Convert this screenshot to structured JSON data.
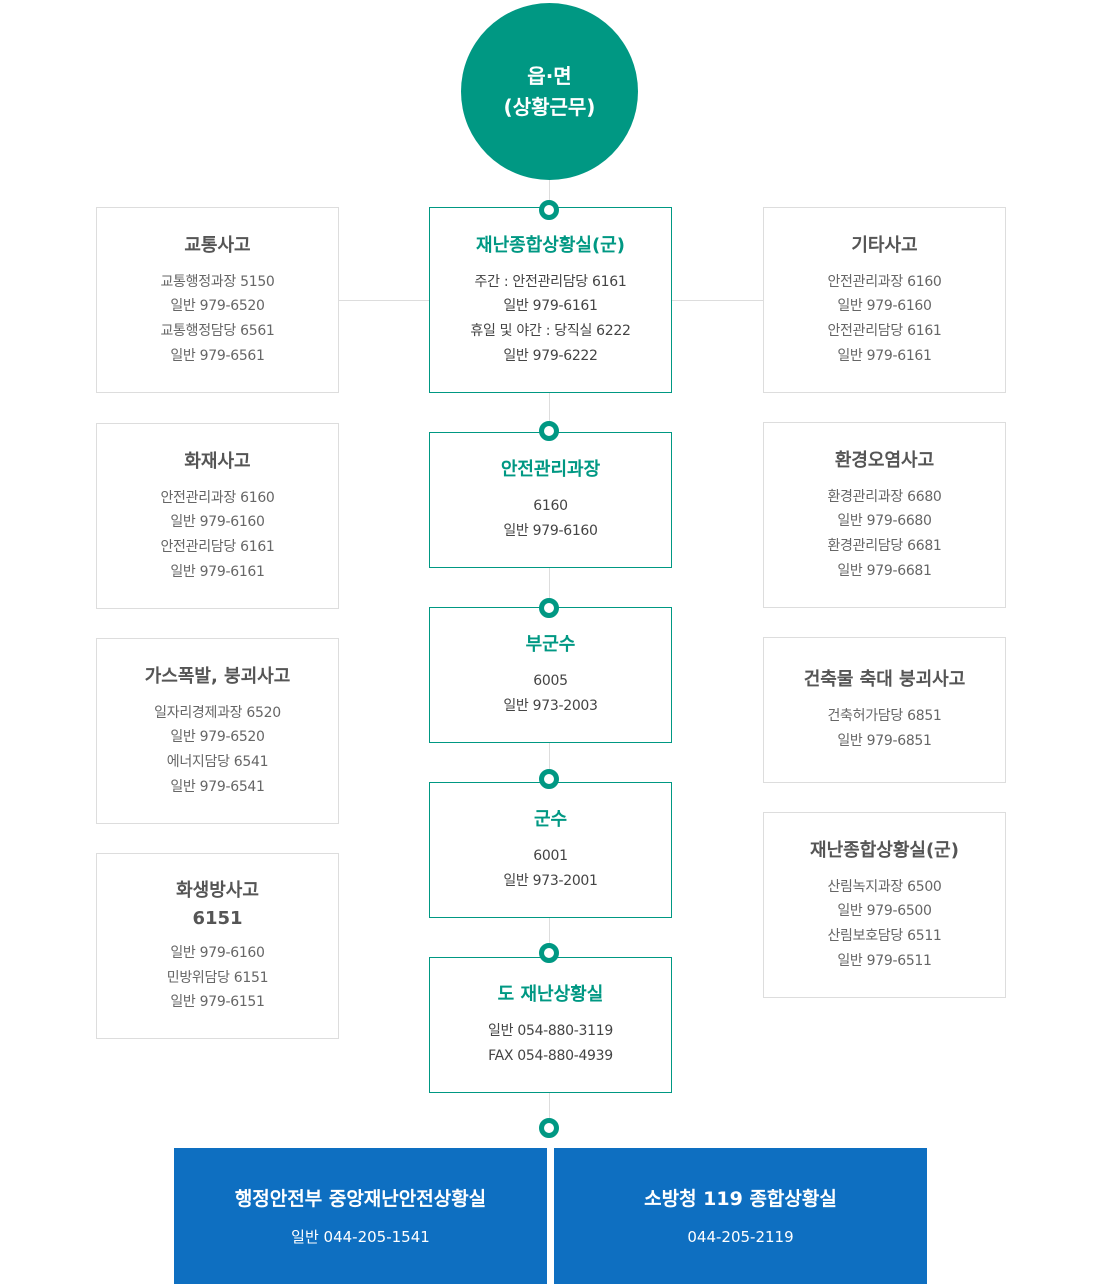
{
  "top_node": {
    "line1": "읍·면",
    "line2": "(상황근무)"
  },
  "center_chain": [
    {
      "title": "재난종합상황실(군)",
      "lines": [
        "주간 : 안전관리담당 6161",
        "일반 979-6161",
        "휴일 및 야간 : 당직실 6222",
        "일반 979-6222"
      ]
    },
    {
      "title": "안전관리과장",
      "lines": [
        "6160",
        "일반 979-6160"
      ]
    },
    {
      "title": "부군수",
      "lines": [
        "6005",
        "일반 973-2003"
      ]
    },
    {
      "title": "군수",
      "lines": [
        "6001",
        "일반 973-2001"
      ]
    },
    {
      "title": "도 재난상황실",
      "lines": [
        "일반 054-880-3119",
        "FAX 054-880-4939"
      ]
    }
  ],
  "left_boxes": [
    {
      "title": "교통사고",
      "lines": [
        "교통행정과장 5150",
        "일반 979-6520",
        "교통행정담당 6561",
        "일반 979-6561"
      ]
    },
    {
      "title": "화재사고",
      "lines": [
        "안전관리과장 6160",
        "일반 979-6160",
        "안전관리담당 6161",
        "일반 979-6161"
      ]
    },
    {
      "title": "가스폭발, 붕괴사고",
      "lines": [
        "일자리경제과장 6520",
        "일반 979-6520",
        "에너지담당 6541",
        "일반 979-6541"
      ]
    },
    {
      "title": "화생방사고",
      "title2": "6151",
      "lines": [
        "일반 979-6160",
        "민방위담당 6151",
        "일반 979-6151"
      ]
    }
  ],
  "right_boxes": [
    {
      "title": "기타사고",
      "lines": [
        "안전관리과장 6160",
        "일반 979-6160",
        "안전관리담당 6161",
        "일반 979-6161"
      ]
    },
    {
      "title": "환경오염사고",
      "lines": [
        "환경관리과장 6680",
        "일반 979-6680",
        "환경관리담당 6681",
        "일반 979-6681"
      ]
    },
    {
      "title": "건축물 축대 붕괴사고",
      "lines": [
        "건축허가담당 6851",
        "일반 979-6851"
      ]
    },
    {
      "title": "재난종합상황실(군)",
      "lines": [
        "산림녹지과장 6500",
        "일반 979-6500",
        "산림보호담당 6511",
        "일반 979-6511"
      ]
    }
  ],
  "bottom_boxes": [
    {
      "title": "행정안전부 중앙재난안전상황실",
      "line": "일반 044-205-1541"
    },
    {
      "title": "소방청 119 종합상황실",
      "line": "044-205-2119"
    }
  ],
  "colors": {
    "teal": "#009883",
    "blue": "#0e6fc1",
    "border": "#dddddd"
  }
}
